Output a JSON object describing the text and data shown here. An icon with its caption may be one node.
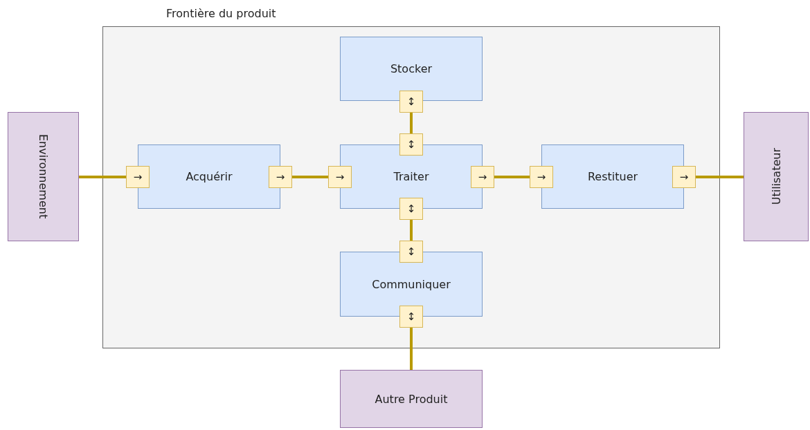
{
  "diagram": {
    "nodes": [
      {
        "text": [
          "Frontière du produit"
        ]
      },
      {
        "text": [
          "Environnement"
        ]
      },
      {
        "text": [
          "Acquérir"
        ],
        "in": 0
      },
      {
        "text": [
          "Stocker"
        ],
        "in": 0
      },
      {
        "text": [
          "Traiter"
        ],
        "in": 0
      },
      {
        "text": [
          "Restituer"
        ],
        "in": 0
      },
      {
        "text": [
          "Communiquer"
        ],
        "in": 0
      },
      {
        "text": [
          "Utilisateur"
        ]
      },
      {
        "text": [
          "Autre Produit"
        ]
      },
      {
        "text": [
          "→"
        ],
        "in": 0
      },
      {
        "text": [
          "→"
        ],
        "in": 0
      },
      {
        "text": [
          "→"
        ],
        "in": 0
      },
      {
        "text": [
          "→"
        ],
        "in": 0
      },
      {
        "text": [
          "→"
        ],
        "in": 0
      },
      {
        "text": [
          "→"
        ],
        "in": 0
      },
      {
        "text": [
          "↕"
        ],
        "in": 0
      },
      {
        "text": [
          "↕"
        ],
        "in": 0
      },
      {
        "text": [
          "↕"
        ],
        "in": 0
      },
      {
        "text": [
          "↕"
        ],
        "in": 0
      },
      {
        "text": [
          "↕"
        ],
        "in": 0
      }
    ],
    "edges": [
      {
        "from": 1,
        "to": 9,
        "arrow": "none"
      },
      {
        "from": 10,
        "to": 11,
        "arrow": "none"
      },
      {
        "from": 12,
        "to": 13,
        "arrow": "none"
      },
      {
        "from": 14,
        "to": 7,
        "arrow": "none"
      },
      {
        "from": 15,
        "to": 16,
        "arrow": "none"
      },
      {
        "from": 17,
        "to": 18,
        "arrow": "none"
      },
      {
        "from": 19,
        "to": 8,
        "arrow": "none"
      }
    ]
  }
}
